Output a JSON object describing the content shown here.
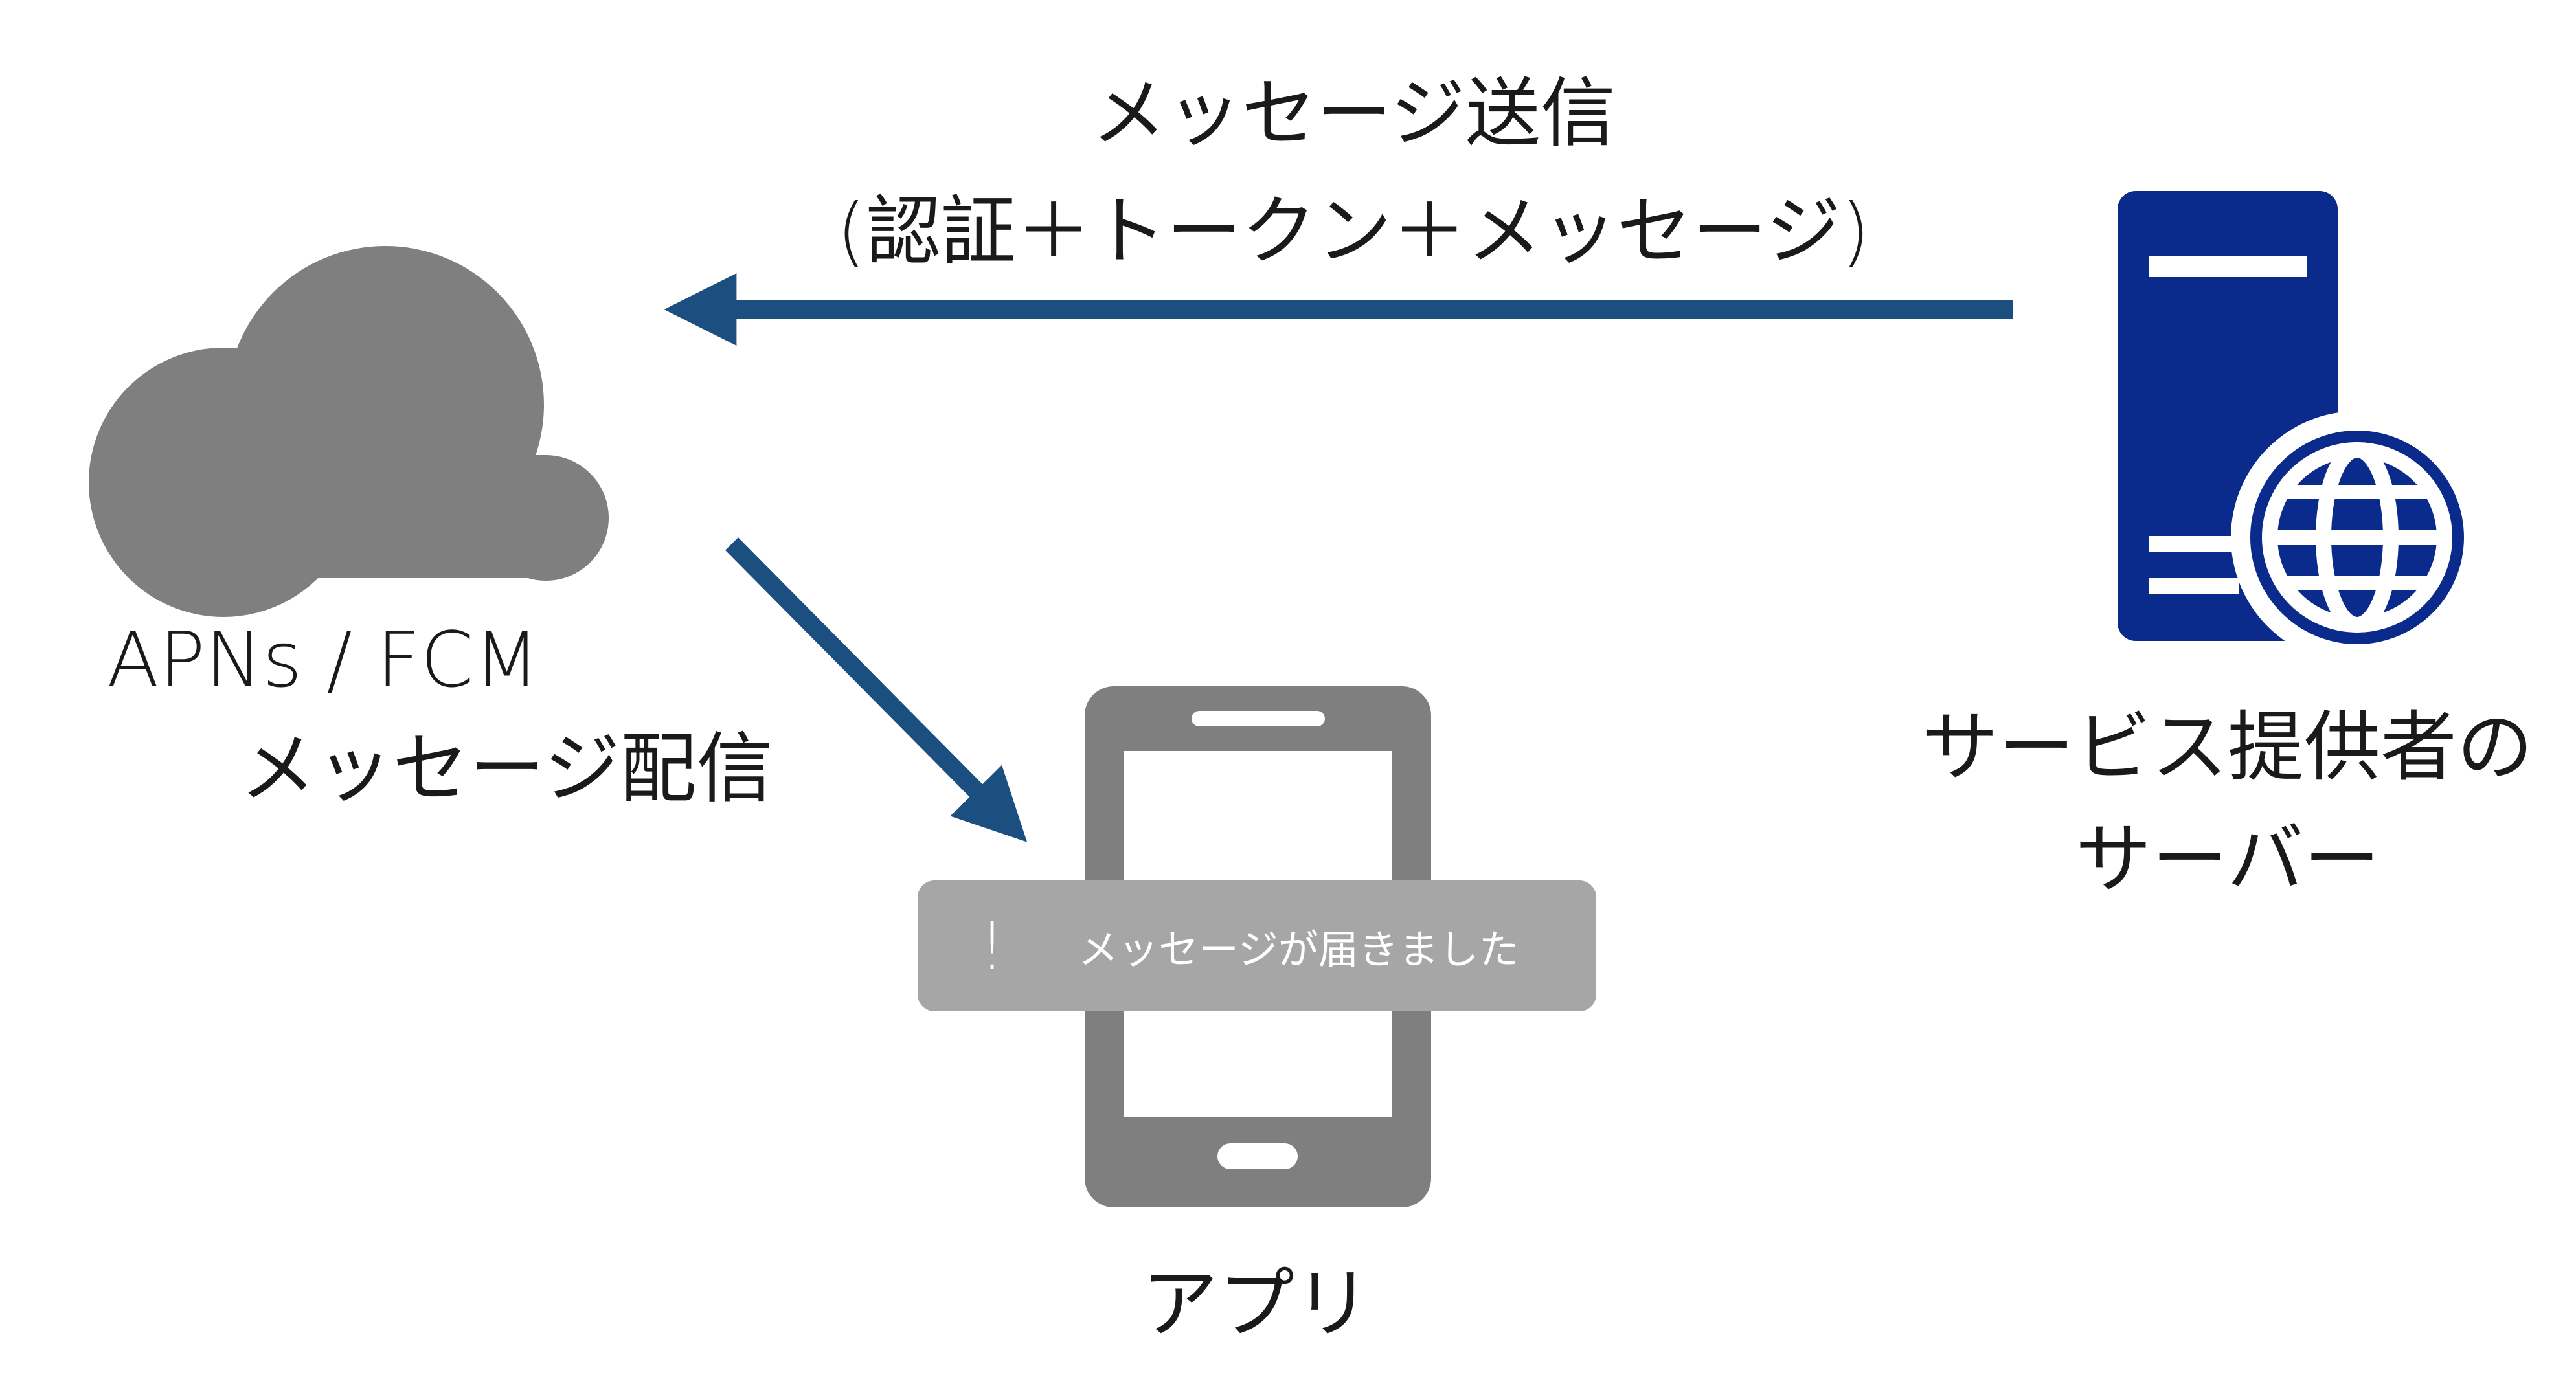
{
  "diagram": {
    "send_label": {
      "line1": "メッセージ送信",
      "line2": "(認証＋トークン＋メッセージ)"
    },
    "cloud": {
      "line1": "APNs / FCM",
      "line2": "メッセージ配信",
      "icon": "cloud-icon"
    },
    "server": {
      "line1": "サービス提供者の",
      "line2": "サーバー",
      "icon": "server-globe-icon"
    },
    "app": {
      "label": "アプリ",
      "icon": "smartphone-icon"
    },
    "notification": {
      "mark": "!",
      "text": "メッセージが届きました"
    },
    "colors": {
      "arrow": "#1a4f80",
      "cloud": "#7f7f7f",
      "phone": "#7f7f7f",
      "notification": "#a6a6a6",
      "server": "#0a2a8c"
    }
  }
}
